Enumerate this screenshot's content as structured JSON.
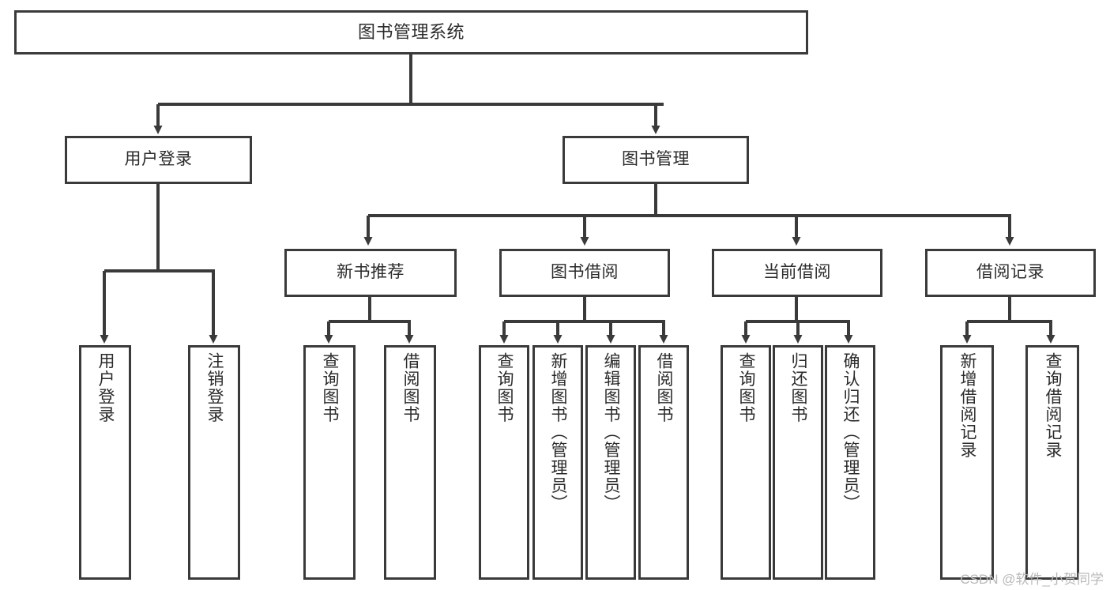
{
  "diagram": {
    "type": "tree-hierarchy-chart",
    "title": "图书管理系统",
    "colors": {
      "stroke": "#3a3a3a",
      "fill": "#ffffff",
      "text": "#2b2b2b",
      "watermark": "#b9b9b9"
    },
    "watermark": "CSDN @软件_小贺同学",
    "nodes": {
      "root": {
        "label": "图书管理系统",
        "level": 1
      },
      "level2": [
        {
          "id": "user-login",
          "label": "用户登录"
        },
        {
          "id": "book-management",
          "label": "图书管理"
        }
      ],
      "level3": [
        {
          "id": "new-book-recommend",
          "label": "新书推荐",
          "parent": "book-management"
        },
        {
          "id": "book-borrow",
          "label": "图书借阅",
          "parent": "book-management"
        },
        {
          "id": "current-borrow",
          "label": "当前借阅",
          "parent": "book-management"
        },
        {
          "id": "borrow-record",
          "label": "借阅记录",
          "parent": "book-management"
        }
      ],
      "leaves": {
        "user-login": [
          {
            "id": "leaf-user-login",
            "label": "用户登录"
          },
          {
            "id": "leaf-logout",
            "label": "注销登录"
          }
        ],
        "new-book-recommend": [
          {
            "id": "leaf-query-book-1",
            "label": "查询图书"
          },
          {
            "id": "leaf-borrow-book-1",
            "label": "借阅图书"
          }
        ],
        "book-borrow": [
          {
            "id": "leaf-query-book-2",
            "label": "查询图书"
          },
          {
            "id": "leaf-add-book",
            "label": "新增图书（管理员）"
          },
          {
            "id": "leaf-edit-book",
            "label": "编辑图书（管理员）"
          },
          {
            "id": "leaf-borrow-book-2",
            "label": "借阅图书"
          }
        ],
        "current-borrow": [
          {
            "id": "leaf-query-book-3",
            "label": "查询图书"
          },
          {
            "id": "leaf-return-book",
            "label": "归还图书"
          },
          {
            "id": "leaf-confirm-return",
            "label": "确认归还（管理员）"
          }
        ],
        "borrow-record": [
          {
            "id": "leaf-add-record",
            "label": "新增借阅记录"
          },
          {
            "id": "leaf-query-record",
            "label": "查询借阅记录"
          }
        ]
      }
    }
  }
}
